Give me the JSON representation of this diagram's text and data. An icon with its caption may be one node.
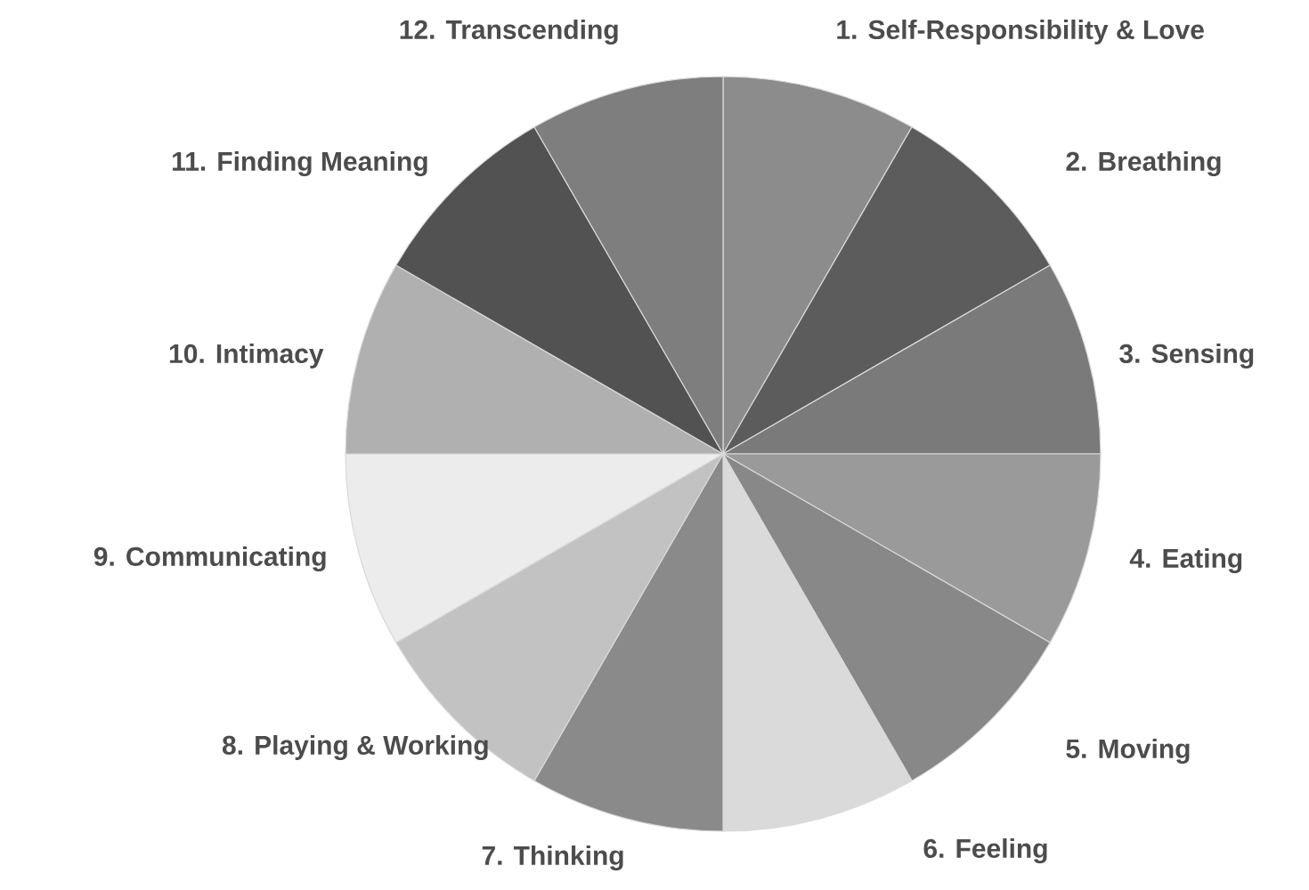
{
  "diagram": {
    "nodes": [
      {
        "text": [
          "1. Self-Responsibility & Love"
        ]
      },
      {
        "text": [
          "2. Breathing"
        ]
      },
      {
        "text": [
          "3. Sensing"
        ]
      },
      {
        "text": [
          "4. Eating"
        ]
      },
      {
        "text": [
          "5. Moving"
        ]
      },
      {
        "text": [
          "6. Feeling"
        ]
      },
      {
        "text": [
          "7. Thinking"
        ]
      },
      {
        "text": [
          "8. Playing & Working"
        ]
      },
      {
        "text": [
          "9. Communicating"
        ]
      },
      {
        "text": [
          "10. Intimacy"
        ]
      },
      {
        "text": [
          "11. Finding Meaning"
        ]
      },
      {
        "text": [
          "12. Transcending"
        ]
      }
    ]
  }
}
